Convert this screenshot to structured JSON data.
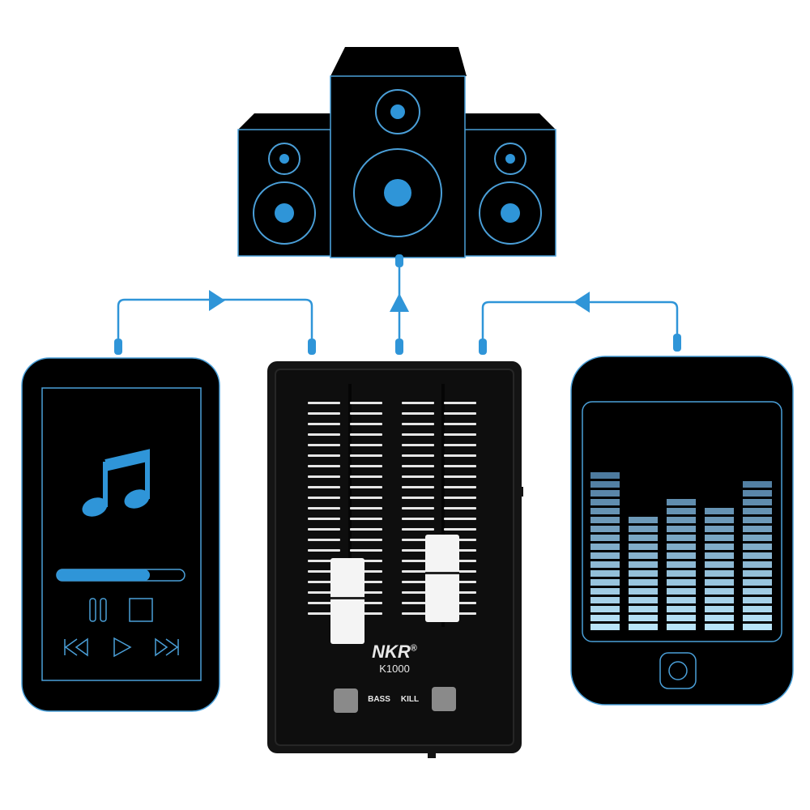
{
  "colors": {
    "accent_blue": "#2f95d8",
    "outline_blue": "#4a9fd8",
    "device_black": "#000000",
    "mixer_body": "#141414",
    "fader_line": "#e6e6e6",
    "eq_top": "#4d7a9e",
    "eq_bottom": "#b9e4f8"
  },
  "speakers": {
    "items": [
      {
        "name": "left-speaker",
        "size": "small"
      },
      {
        "name": "center-speaker",
        "size": "large"
      },
      {
        "name": "right-speaker",
        "size": "small"
      }
    ]
  },
  "connections": [
    {
      "from": "music-player",
      "to": "mixer",
      "direction": "right"
    },
    {
      "from": "mixer",
      "to": "speakers",
      "direction": "up"
    },
    {
      "from": "tablet",
      "to": "mixer",
      "direction": "left"
    }
  ],
  "music_player": {
    "icon": "music-note-icon",
    "progress_percent": 72,
    "controls_row1": [
      "pause-icon",
      "stop-icon"
    ],
    "controls_row2": [
      "rewind-icon",
      "play-icon",
      "fast-forward-icon"
    ]
  },
  "mixer": {
    "brand": "NKR",
    "registered_mark": "®",
    "model": "K1000",
    "button_label_left": "BASS",
    "button_label_right": "KILL",
    "fader_left_position": "low",
    "fader_right_position": "mid",
    "scale_lines_per_column": 21
  },
  "tablet": {
    "equalizer_bars": [
      18,
      13,
      15,
      14,
      17
    ],
    "home_button": "home-button-icon"
  }
}
